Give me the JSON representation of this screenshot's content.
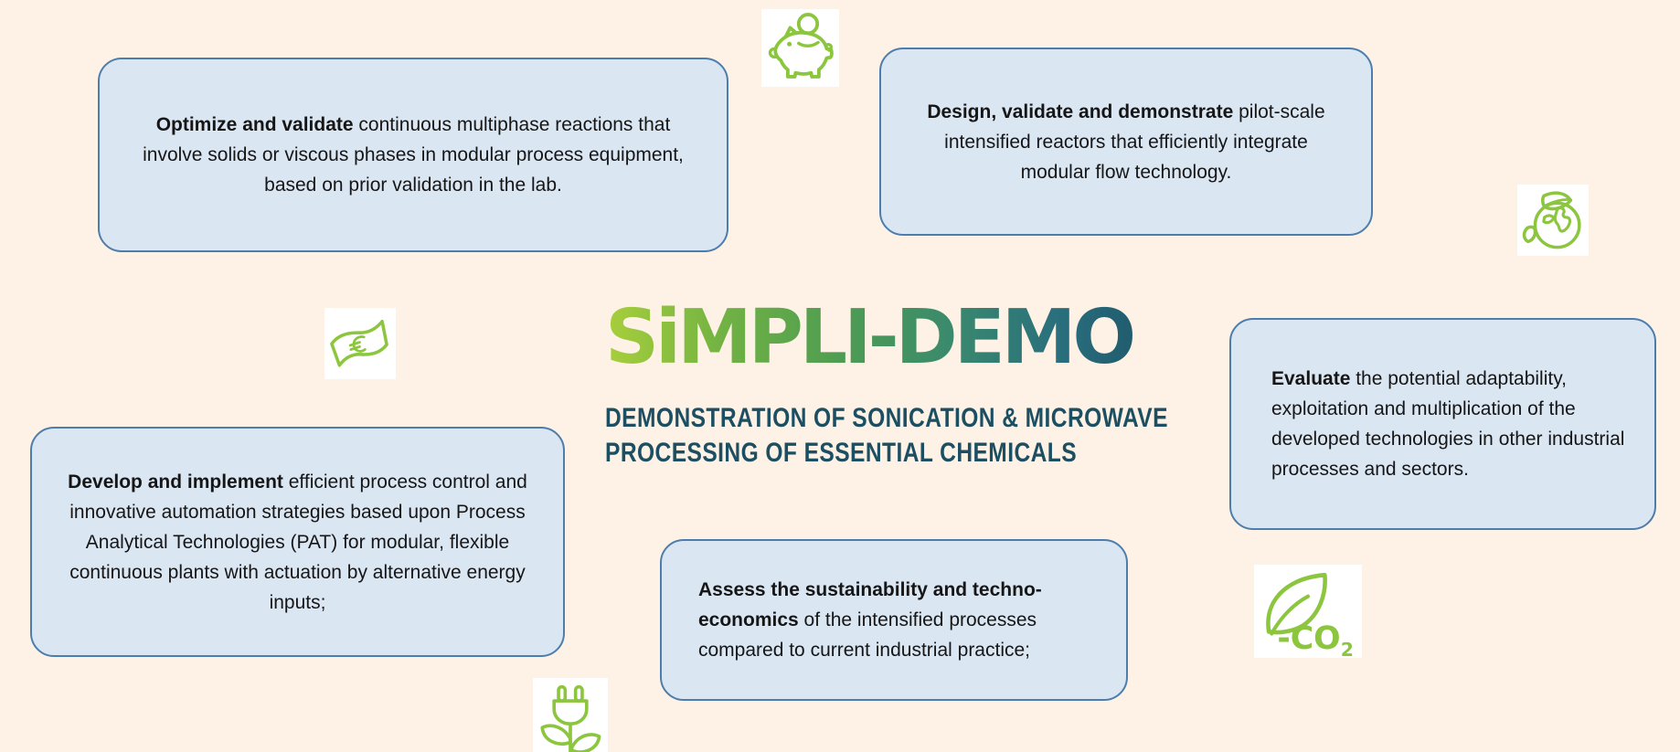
{
  "page": {
    "background_color": "#fdf2e5",
    "box_fill_color": "#dbe6f3",
    "box_border_color": "#4d7dac",
    "accent_green": "#8cc63e",
    "accent_teal": "#1d4f63"
  },
  "logo": {
    "wordmark": "SiMPLI-DEMO",
    "wordmark_gradient": [
      "#a8cf3b",
      "#6fb144",
      "#4f9d52",
      "#3a8a6d",
      "#2a6f7d",
      "#143f54"
    ],
    "subtitle_line1": "DEMONSTRATION OF SONICATION & MICROWAVE",
    "subtitle_line2": "PROCESSING OF ESSENTIAL CHEMICALS",
    "subtitle_color": "#1d4f63"
  },
  "objectives": [
    {
      "id": "optimize",
      "bold": "Optimize and validate",
      "rest": " continuous multiphase reactions that involve solids or viscous phases in modular process equipment, based on prior validation in the lab.",
      "align": "center"
    },
    {
      "id": "design",
      "bold": "Design, validate and demonstrate",
      "rest": " pilot-scale intensified reactors that efficiently integrate modular flow technology.",
      "align": "center"
    },
    {
      "id": "evaluate",
      "bold": "Evaluate",
      "rest": " the potential adaptability, exploitation and multiplication of the developed technologies in other industrial processes and sectors.",
      "align": "left"
    },
    {
      "id": "develop",
      "bold": "Develop and implement",
      "rest": " efficient process control and innovative automation strategies based upon Process Analytical Technologies (PAT) for modular, flexible continuous plants with actuation by alternative energy inputs;",
      "align": "center"
    },
    {
      "id": "assess",
      "bold": "Assess the sustainability and techno-economics",
      "rest": " of the intensified processes compared to current industrial practice;",
      "align": "left"
    }
  ],
  "icons": {
    "piggy_bank": "piggy-bank-savings-icon",
    "globe_leaves": "green-globe-icon",
    "euro_note": "euro-banknote-icon",
    "co2_leaf": "co2-reduction-leaf-icon",
    "plug_plant": "green-energy-plug-icon",
    "co2_label": "-CO",
    "co2_sub": "2"
  }
}
